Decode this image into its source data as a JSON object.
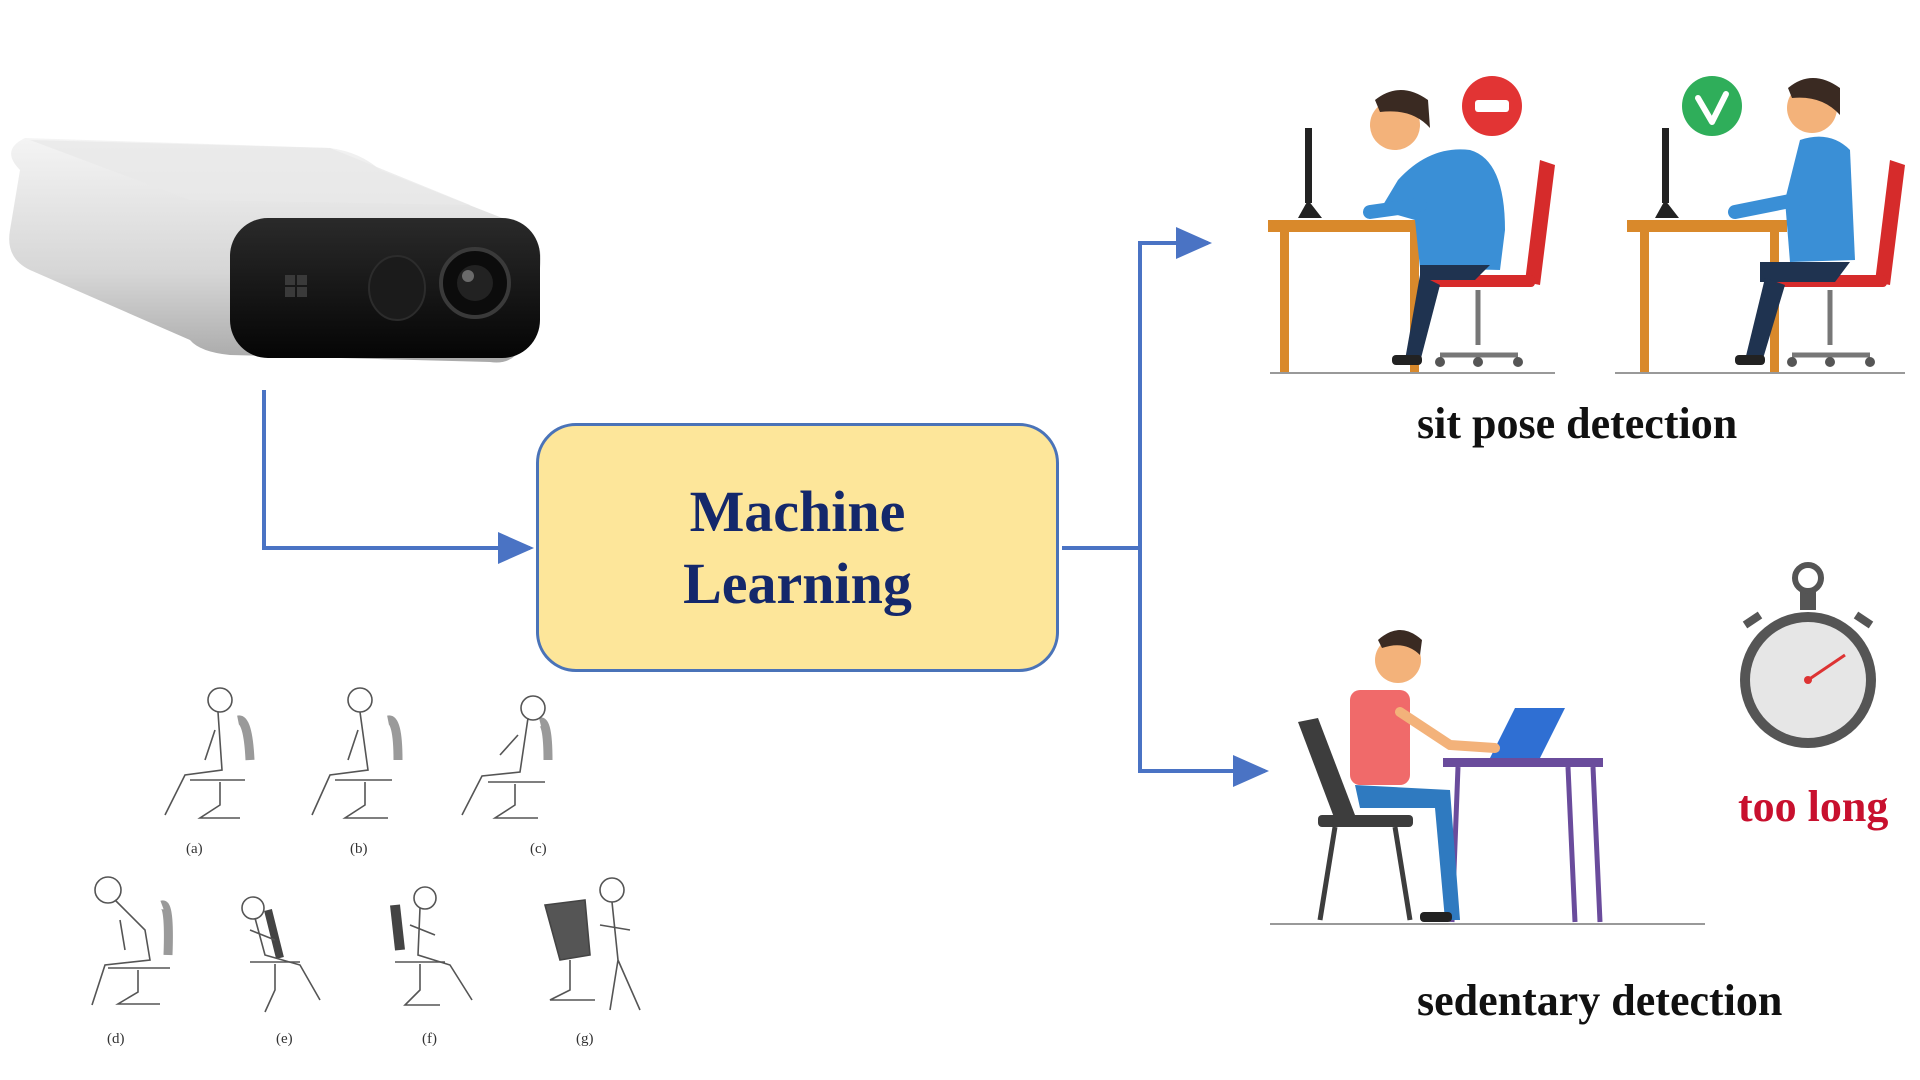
{
  "center_box": {
    "line1": "Machine",
    "line2": "Learning"
  },
  "outputs": {
    "sit_pose": {
      "caption": "sit pose detection",
      "wrong_icon": "no-entry-icon",
      "right_icon": "check-mark-icon"
    },
    "sedentary": {
      "caption": "sedentary detection",
      "warning": "too long",
      "timer_icon": "stopwatch-icon"
    }
  },
  "posture_labels": [
    "(a)",
    "(b)",
    "(c)",
    "(d)",
    "(e)",
    "(f)",
    "(g)"
  ],
  "colors": {
    "arrow": "#4a73c4",
    "box_fill": "#fde69a",
    "box_border": "#4a73b8",
    "box_text": "#14286b",
    "warning": "#c8102e"
  }
}
